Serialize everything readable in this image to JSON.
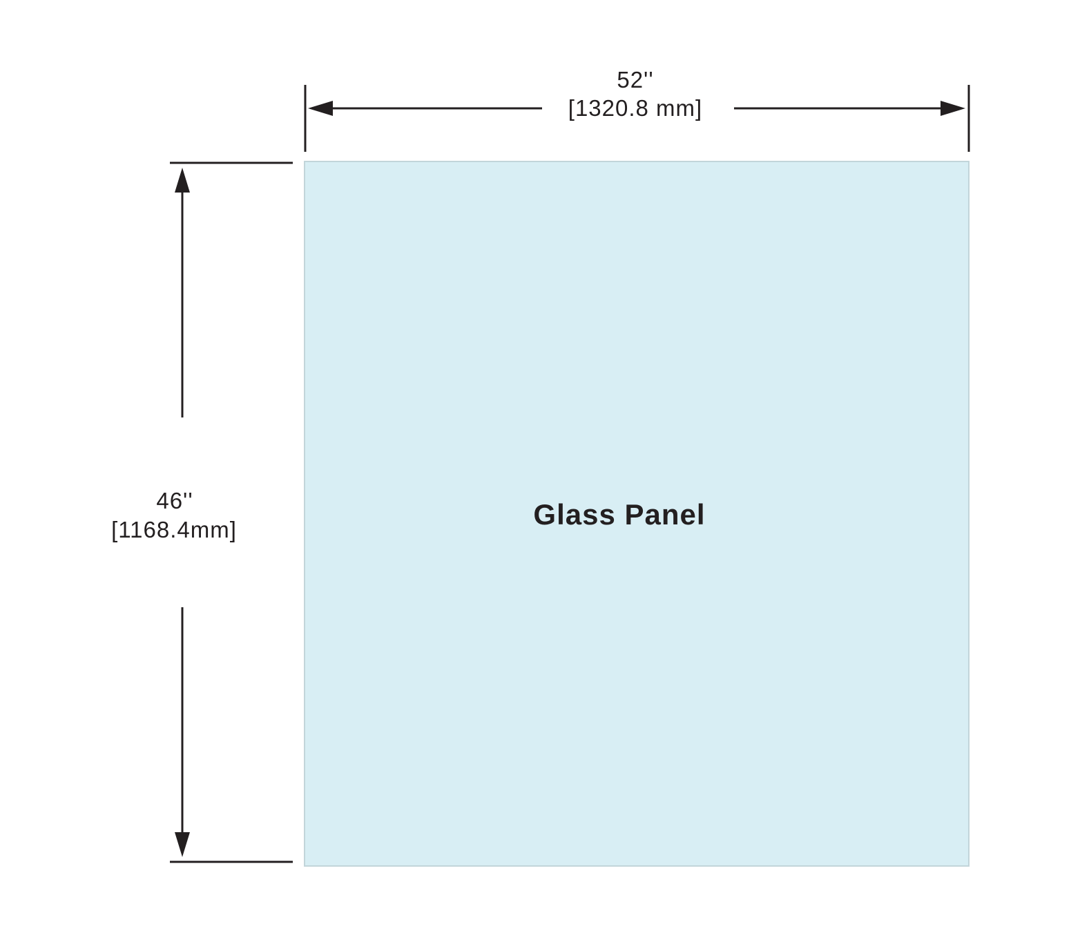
{
  "diagram": {
    "panel": {
      "label": "Glass Panel",
      "fill_color": "#d8eef4",
      "border_color": "#c2d5da"
    },
    "width_dimension": {
      "inches_label": "52''",
      "mm_label": "[1320.8 mm]"
    },
    "height_dimension": {
      "inches_label": "46''",
      "mm_label": "[1168.4mm]"
    },
    "line_color": "#231f20",
    "text_color": "#231f20"
  }
}
